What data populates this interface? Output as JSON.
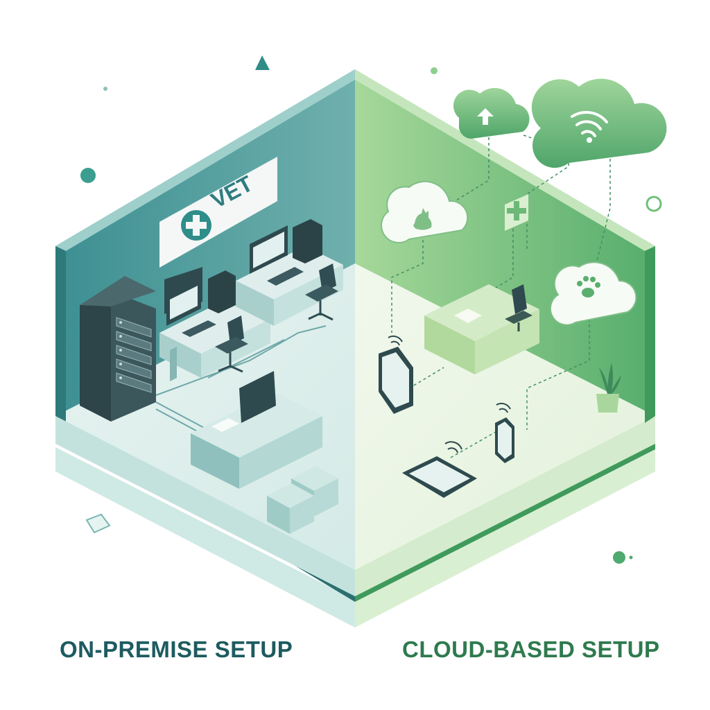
{
  "diagram": {
    "sign_text": "VET",
    "left_caption": "ON-PREMISE SETUP",
    "right_caption": "CLOUD-BASED SETUP"
  },
  "colors": {
    "teal_dark": "#1f6b6b",
    "teal_wall": "#4a9e9e",
    "teal_light": "#bfe0dc",
    "green_dark": "#2f7a4e",
    "green_wall": "#7cc47f",
    "green_light": "#e3f2df",
    "device_dark": "#2e4a4e",
    "caption_left": "#1d5b60",
    "caption_right": "#2e7a4e"
  },
  "icons": {
    "sign": "medical-cross-icon",
    "cloud_upload": "upload-arrow-icon",
    "cloud_wifi": "wifi-icon",
    "cloud_pet": "cat-icon",
    "cloud_paw": "paw-icon",
    "floating_cross": "medical-cross-icon"
  }
}
